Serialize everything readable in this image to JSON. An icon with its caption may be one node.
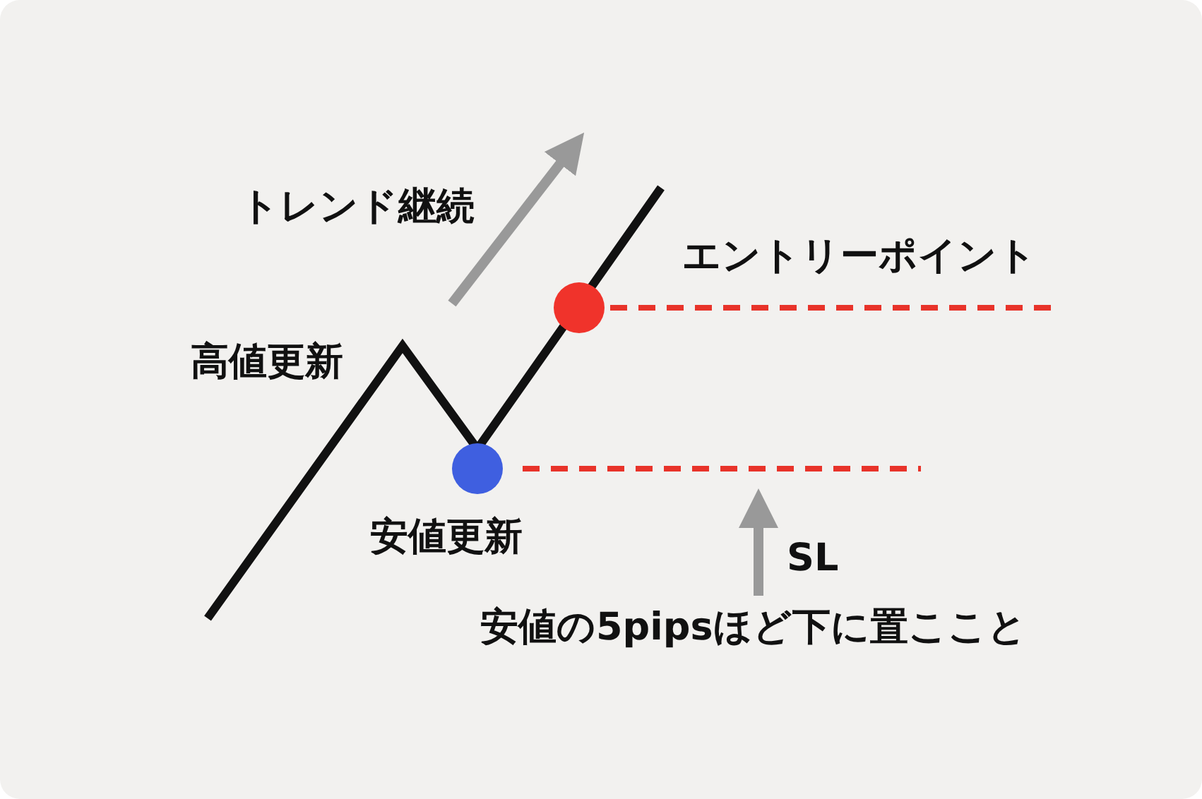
{
  "diagram": {
    "labels": [
      "トレンド継続",
      "エントリーポイント",
      "高値更新",
      "安値更新",
      "SL",
      "安値の5pipsほど下に置ここと"
    ]
  }
}
